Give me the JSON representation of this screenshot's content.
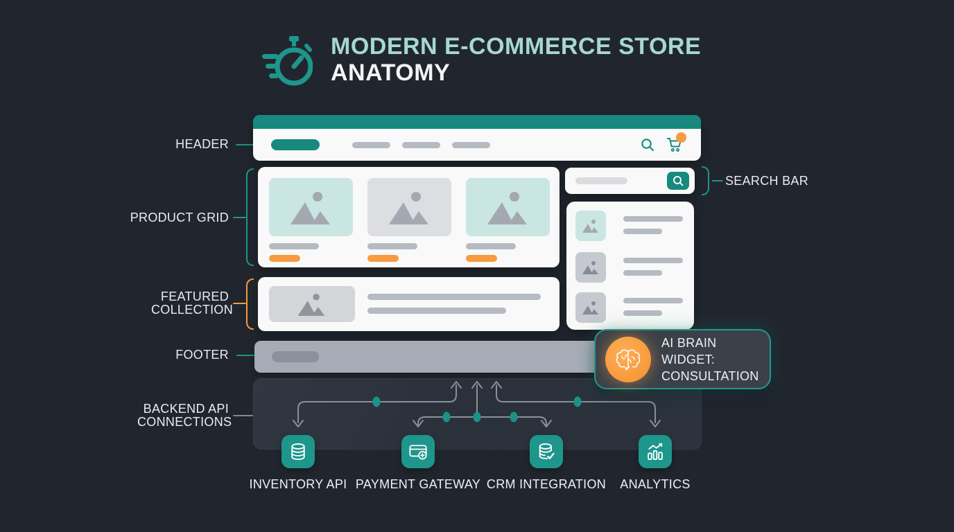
{
  "title": {
    "line1": "MODERN E-COMMERCE STORE",
    "line2": "ANATOMY"
  },
  "labels": {
    "header": "HEADER",
    "product_grid": "PRODUCT GRID",
    "featured_collection": "FEATURED COLLECTION",
    "footer": "FOOTER",
    "backend": "BACKEND API CONNECTIONS",
    "search_bar": "SEARCH BAR"
  },
  "ai_widget": {
    "text": "AI BRAIN WIDGET: CONSULTATION"
  },
  "backend": {
    "items": [
      {
        "label": "INVENTORY API",
        "icon": "database-icon"
      },
      {
        "label": "PAYMENT GATEWAY",
        "icon": "payment-card-icon"
      },
      {
        "label": "CRM INTEGRATION",
        "icon": "database-check-icon"
      },
      {
        "label": "ANALYTICS",
        "icon": "analytics-chart-icon"
      }
    ]
  },
  "header_mockup": {
    "nav_item_count": 3,
    "cart_badge": true
  },
  "colors": {
    "background": "#21262e",
    "teal": "#17897f",
    "teal_bright": "#1e968b",
    "mint_title": "#a6d8d1",
    "orange": "#f79b41",
    "card_bg": "#f8f9f8",
    "placeholder_mint": "#c9e6e2",
    "placeholder_gray": "#dcdee1",
    "pill_gray": "#b6bac1",
    "label_text": "#e9edf0",
    "footer_bg": "#a6acb5",
    "panel_bg": "#2c323b",
    "connector_gray": "#8a919b",
    "widget_bg": "#3a4149",
    "widget_border": "#27968c"
  }
}
